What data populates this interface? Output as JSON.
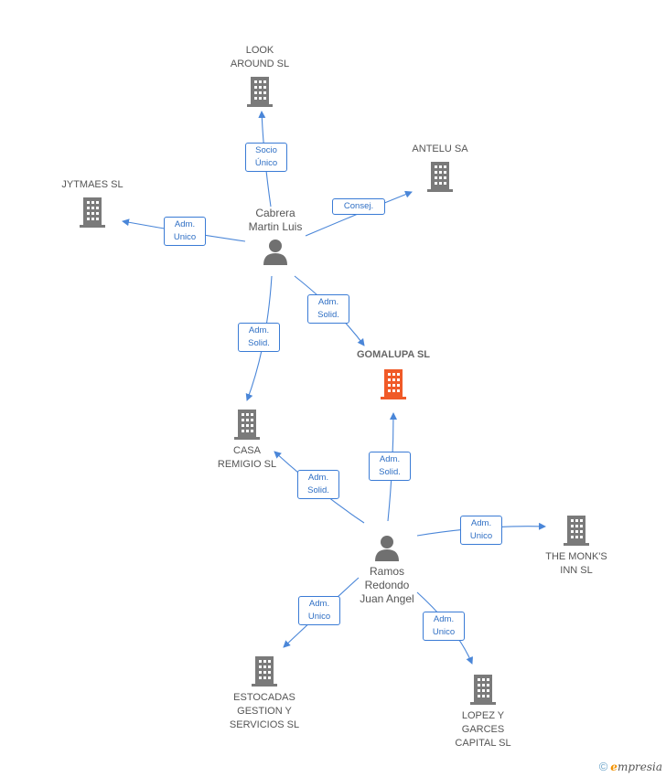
{
  "colors": {
    "edge": "#4a86d8",
    "building": "#7a7a7a",
    "target": "#f05a28",
    "person": "#707070"
  },
  "nodes": {
    "look_around": "LOOK\nAROUND SL",
    "antelu": "ANTELU SA",
    "jytmaes": "JYTMAES SL",
    "cabrera": "Cabrera\nMartin Luis",
    "gomalupa": "GOMALUPA SL",
    "casa_remigio": "CASA\nREMIGIO SL",
    "ramos": "Ramos\nRedondo\nJuan Angel",
    "monks_inn": "THE MONK'S\nINN SL",
    "estocadas": "ESTOCADAS\nGESTION Y\nSERVICIOS SL",
    "lopez_garces": "LOPEZ Y\nGARCES\nCAPITAL SL"
  },
  "edges": {
    "socio_unico": "Socio\nÚnico",
    "consej": "Consej.",
    "adm_unico_jytmaes": "Adm.\nUnico",
    "adm_solid_gomalupa_cabrera": "Adm.\nSolid.",
    "adm_solid_casa_cabrera": "Adm.\nSolid.",
    "adm_solid_casa_ramos": "Adm.\nSolid.",
    "adm_solid_gomalupa_ramos": "Adm.\nSolid.",
    "adm_unico_monks": "Adm.\nUnico",
    "adm_unico_estocadas": "Adm.\nUnico",
    "adm_unico_lopez": "Adm.\nUnico"
  },
  "footer": {
    "copyright": "©",
    "brand_e": "e",
    "brand_rest": "mpresia"
  }
}
